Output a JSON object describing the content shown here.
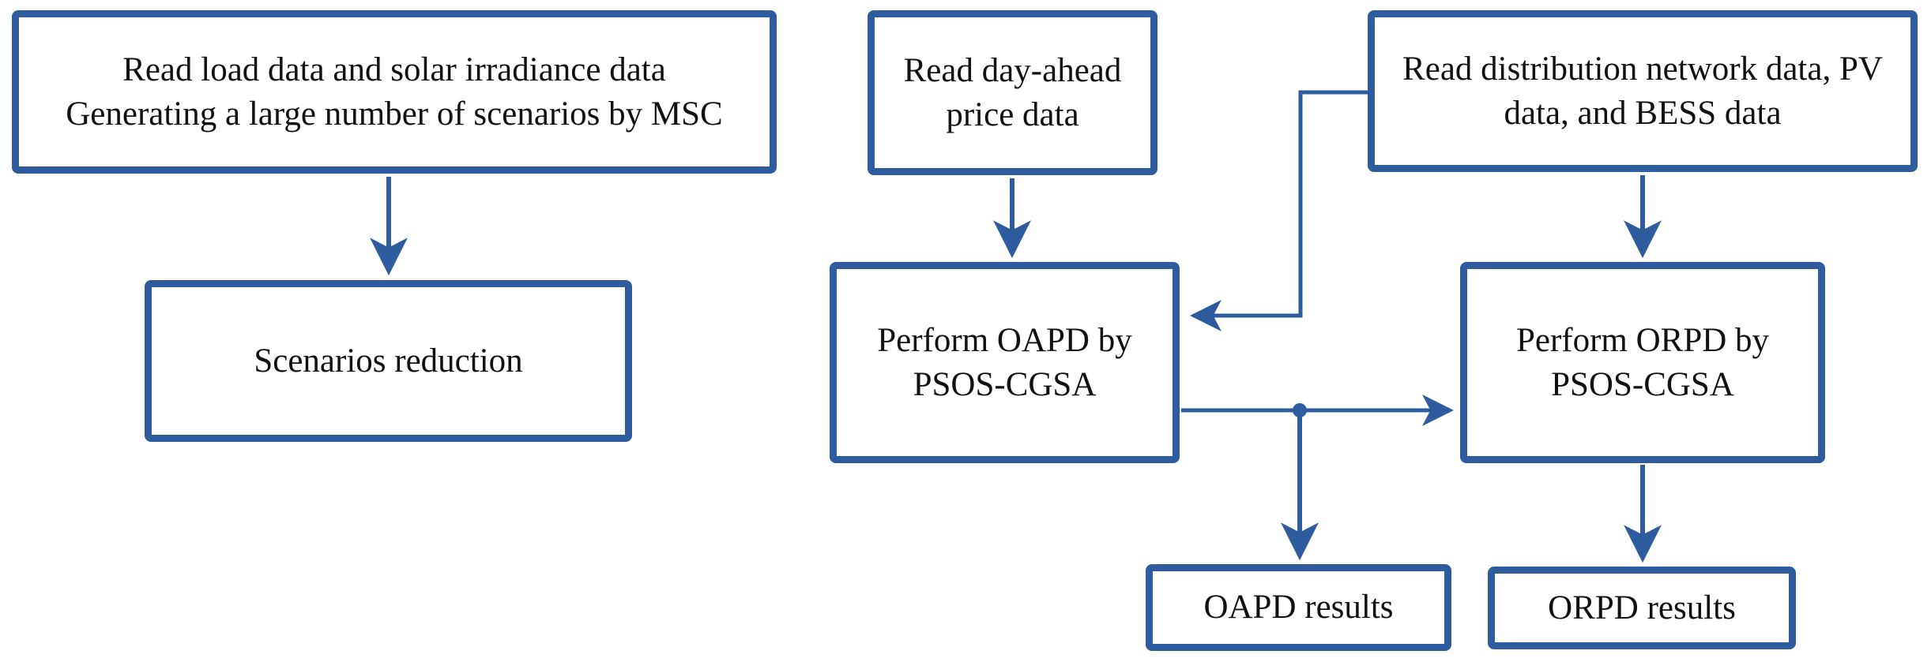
{
  "colors": {
    "accent": "#2e5c9e",
    "text": "#111111",
    "background": "#ffffff"
  },
  "boxes": {
    "read_load": {
      "line1": "Read load data and solar irradiance data",
      "line2": "Generating a large number of scenarios by MSC"
    },
    "read_price": {
      "line1": "Read day-ahead",
      "line2": "price data"
    },
    "read_dist": {
      "line1": "Read distribution network data, PV",
      "line2": "data, and BESS data"
    },
    "scenarios": {
      "line1": "Scenarios reduction"
    },
    "oapd": {
      "line1": "Perform OAPD by",
      "line2": "PSOS-CGSA"
    },
    "orpd": {
      "line1": "Perform ORPD by",
      "line2": "PSOS-CGSA"
    },
    "oapd_results": {
      "line1": "OAPD results"
    },
    "orpd_results": {
      "line1": "ORPD results"
    }
  }
}
